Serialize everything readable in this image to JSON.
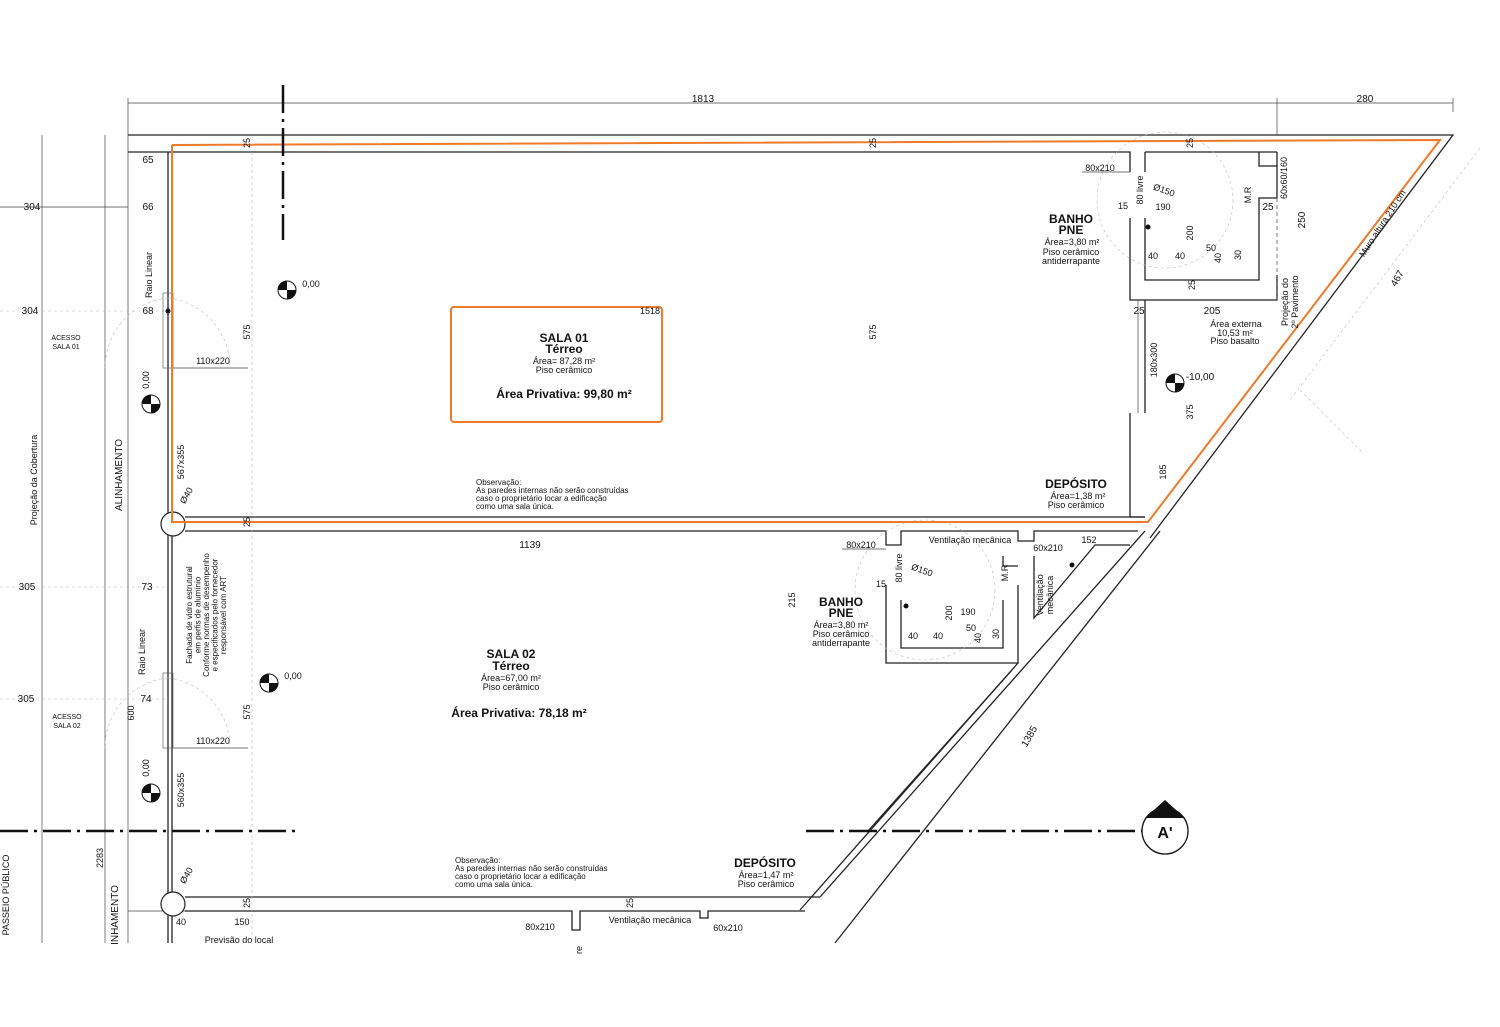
{
  "colors": {
    "boundary": "#ee7a2c",
    "walls": "#222222"
  },
  "dims": {
    "top_total": "1813",
    "top_right": "280",
    "left_304a": "304",
    "left_304b": "304",
    "left_305a": "305",
    "left_305b": "305",
    "d65": "65",
    "d66": "66",
    "d68": "68",
    "d73": "73",
    "d74": "74",
    "wall25_a": "25",
    "wall25_b": "25",
    "wall25_c": "25",
    "wall25_d": "25",
    "wall25_e": "25",
    "wall25_f": "25",
    "wall25_g": "25",
    "wall25_h": "25",
    "wall25_i": "25",
    "s1_575_left": "575",
    "s1_575_right": "575",
    "s1_1518": "1518",
    "s2_575": "575",
    "s2_600": "600",
    "s2_1139": "1139",
    "d250": "250",
    "d467": "467",
    "d205": "205",
    "d375": "375",
    "d185": "185",
    "d215": "215",
    "d152": "152",
    "d1385": "1385",
    "d2283": "2283",
    "d40_bottom": "40",
    "d150_bottom": "150"
  },
  "openings": {
    "door_b1": "80x210",
    "win_b1": "60x60/160",
    "door_ext": "180x300",
    "door_s1": "110x220",
    "glass_s1": "567x355",
    "col_s1": "Ø40",
    "door_b2": "80x210",
    "win_b2": "60x210",
    "door_s2": "110x220",
    "glass_s2": "560x355",
    "col_s2": "Ø40",
    "door_b3": "80x210",
    "win_b3": "60x210"
  },
  "levels": {
    "s1": "0,00",
    "s1_access": "0,00",
    "ext": "-10,00",
    "s2": "0,00",
    "s2_access": "0,00"
  },
  "sala01": {
    "name": "SALA 01",
    "floor": "Térreo",
    "area": "Área= 87,28 m²",
    "finish": "Piso cerâmico",
    "private_area": "Área Privativa: 99,80 m²"
  },
  "sala02": {
    "name": "SALA 02",
    "floor": "Térreo",
    "area": "Área=67,00 m²",
    "finish": "Piso cerâmico",
    "private_area": "Área Privativa: 78,18 m²"
  },
  "banho1": {
    "name1": "BANHO",
    "name2": "PNE",
    "area": "Área=3,80 m²",
    "finish1": "Piso cerâmico",
    "finish2": "antiderrapante",
    "d15": "15",
    "free": "80 livre",
    "turn": "Ø150",
    "d190": "190",
    "mr": "M.R",
    "d200": "200",
    "d50": "50",
    "d40a": "40",
    "d40b": "40",
    "d40c": "40",
    "d30": "30"
  },
  "banho2": {
    "name1": "BANHO",
    "name2": "PNE",
    "area": "Área=3,80 m²",
    "finish1": "Piso cerâmico",
    "finish2": "antiderrapante",
    "d15": "15",
    "free": "80 livre",
    "turn": "Ø150",
    "d190": "190",
    "mr": "M.R",
    "d200": "200",
    "d50": "50",
    "d40a": "40",
    "d40b": "40",
    "d40c": "40",
    "d30": "30",
    "vent_top": "Ventilação mecânica",
    "vent_side1": "Ventilação",
    "vent_side2": "mecânica"
  },
  "deposito1": {
    "name": "DEPÓSITO",
    "area": "Área=1,38 m²",
    "finish": "Piso cerâmico"
  },
  "deposito2": {
    "name": "DEPÓSITO",
    "area": "Área=1,47 m²",
    "finish": "Piso cerâmico"
  },
  "externa": {
    "name": "Área externa",
    "area": "10,53 m²",
    "finish": "Piso basalto",
    "proj1": "Projeção do",
    "proj2": "2º Pavimento",
    "wall": "Muro altura 210 cm"
  },
  "notes": {
    "obs1": [
      "Observação:",
      "As paredes internas não serão construídas",
      "caso o proprietário locar a edificação",
      "como uma sala única."
    ],
    "obs2": [
      "Observação:",
      "As paredes internas não serão construídas",
      "caso o proprietário locar a edificação",
      "como uma sala única."
    ],
    "facade": [
      "Fachada de vidro estrutural",
      "em perfis de alumínio",
      "Conforme normas de desempenho",
      "e especificados pelo fornecedor",
      "responsável com ART"
    ]
  },
  "left": {
    "raio1": "Raio Linear",
    "raio2": "Raio Linear",
    "acesso1a": "ACESSO",
    "acesso1b": "SALA 01",
    "acesso2a": "ACESSO",
    "acesso2b": "SALA 02",
    "alinhamento": "ALINHAMENTO",
    "alinhamento2": "INHAMENTO",
    "cobertura": "Projeção da Cobertura",
    "passeio": "PASSEIO PÚBLICO"
  },
  "bottom": {
    "previsao": "Previsão do local",
    "vent": "Ventilação mecânica",
    "cut": "re"
  },
  "section_marker": "A'"
}
